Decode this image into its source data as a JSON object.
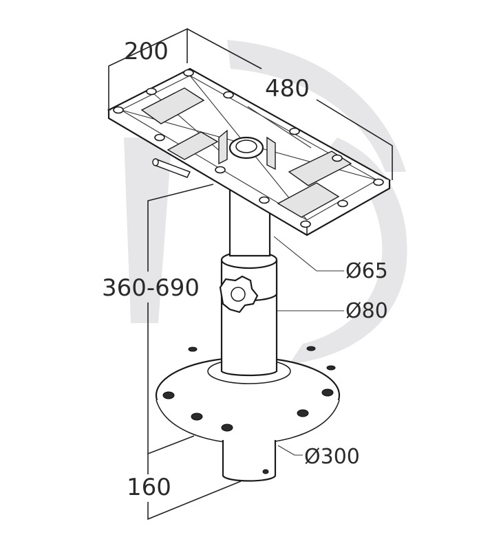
{
  "diagram": {
    "dimensions": {
      "plate_width": "200",
      "plate_length": "480",
      "height_range": "360-690",
      "tube_top_diameter": "Ø65",
      "tube_bottom_diameter": "Ø80",
      "base_diameter": "Ø300",
      "spigot_length": "160"
    }
  }
}
